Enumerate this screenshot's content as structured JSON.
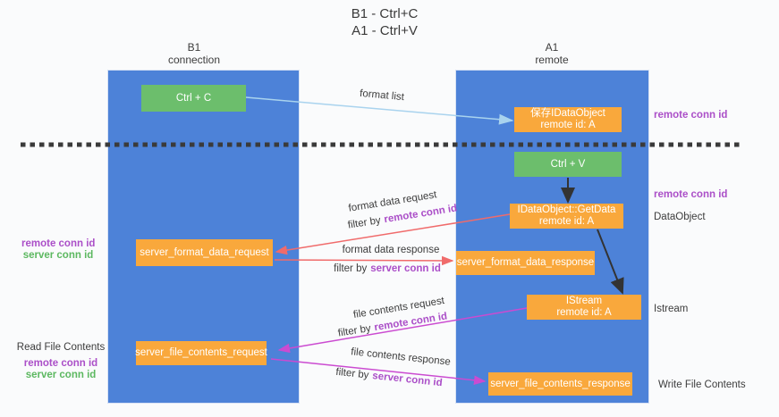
{
  "header": {
    "title_line1": "B1 - Ctrl+C",
    "title_line2": "A1 - Ctrl+V"
  },
  "lanes": {
    "left": {
      "name": "B1",
      "role": "connection"
    },
    "right": {
      "name": "A1",
      "role": "remote"
    }
  },
  "nodes": {
    "ctrl_c": {
      "label": "Ctrl + C"
    },
    "save_idataobject": {
      "line1": "保存IDataObject",
      "line2": "remote id: A"
    },
    "ctrl_v": {
      "label": "Ctrl + V"
    },
    "getdata": {
      "line1": "IDataObject::GetData",
      "line2": "remote id: A"
    },
    "format_request": {
      "label": "server_format_data_request"
    },
    "format_response": {
      "label": "server_format_data_response"
    },
    "istream": {
      "line1": "IStream",
      "line2": "remote id: A"
    },
    "file_request": {
      "label": "server_file_contents_request"
    },
    "file_response": {
      "label": "server_file_contents_response"
    }
  },
  "labels": {
    "filter_by": "filter by"
  },
  "edges": [
    {
      "id": "format-list",
      "label": "format list"
    },
    {
      "id": "format-data-request",
      "label": "format data request",
      "filter": "remote conn id"
    },
    {
      "id": "format-data-response",
      "label": "format data response",
      "filter": "server conn id"
    },
    {
      "id": "file-contents-request",
      "label": "file contents request",
      "filter": "remote conn id"
    },
    {
      "id": "file-contents-response",
      "label": "file contents response",
      "filter": "server conn id"
    }
  ],
  "left_margin": {
    "remote_conn_id_1": "remote conn id",
    "server_conn_id_1": "server conn id",
    "read_file_contents": "Read File Contents",
    "remote_conn_id_2": "remote conn id",
    "server_conn_id_2": "server conn id"
  },
  "right_margin": {
    "remote_conn_id_1": "remote conn id",
    "remote_conn_id_2": "remote conn id",
    "dataobject": "DataObject",
    "istream": "Istream",
    "write_file_contents": "Write File Contents"
  },
  "colors": {
    "lane_blue": "#4d82d8",
    "node_orange": "#f9a83c",
    "node_green": "#6cbe6c",
    "arrow_blue": "#a9d3ee",
    "arrow_red": "#f06b6b",
    "arrow_magenta": "#cb4bd1",
    "arrow_black": "#333333",
    "conn_id_purple": "#ab4fc8",
    "conn_id_green": "#5cb860"
  }
}
